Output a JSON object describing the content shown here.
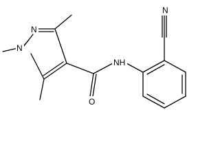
{
  "molecule": {
    "atom_labels": {
      "pyrazole_n_upper": "N",
      "pyrazole_n_methyl": "N",
      "amide_oxygen": "O",
      "amide_nh": "NH",
      "nitrile_n": "N"
    }
  },
  "colors": {
    "bond": "#000000",
    "label": "#000000",
    "background": "#ffffff"
  }
}
